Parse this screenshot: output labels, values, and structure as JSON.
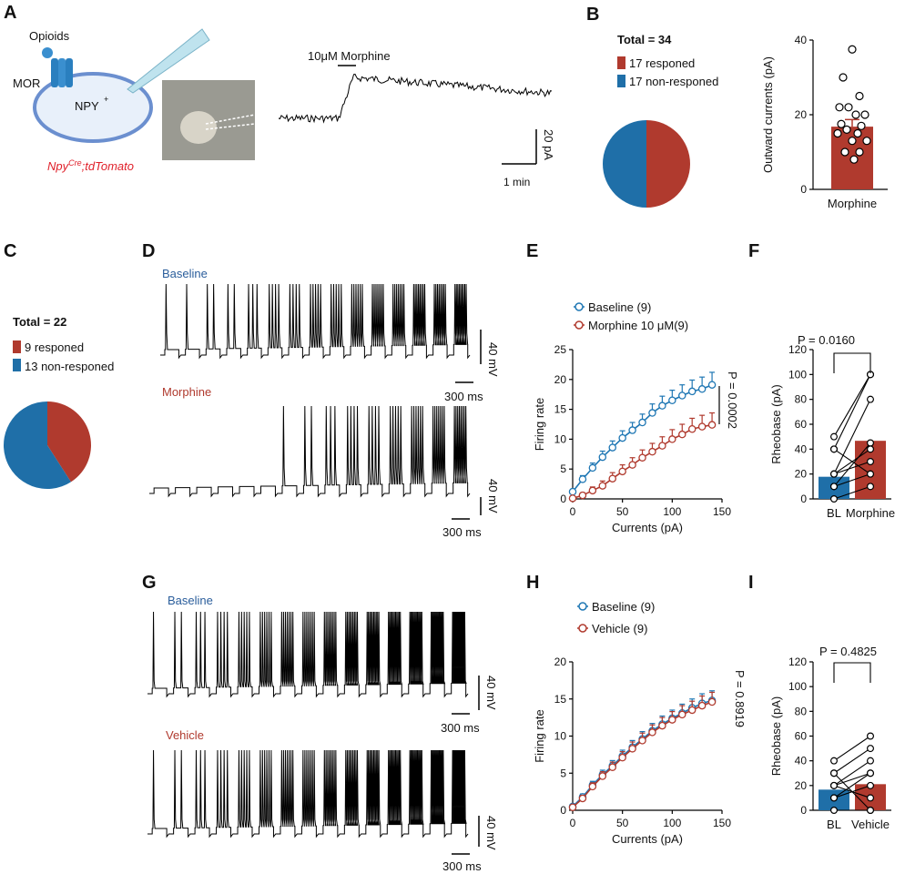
{
  "colors": {
    "baseline": "#1f77b4",
    "morphine": "#b03a2e",
    "responded": "#b03a2e",
    "nonresponded": "#1f6fa8",
    "trace": "#000000"
  },
  "panelA": {
    "letter": "A",
    "opioids": "Opioids",
    "mor": "MOR",
    "npy": "NPY",
    "npy_sup": "+",
    "genotype_a": "Npy",
    "genotype_sup": "Cre",
    "genotype_b": ";tdTomato",
    "drug_label": "10μM Morphine",
    "scale_y": "20 pA",
    "scale_x": "1 min"
  },
  "panelB": {
    "letter": "B",
    "total": "Total = 34",
    "legend": [
      "17 responed",
      "17 non-responed"
    ]
  },
  "panelC": {
    "letter": "C",
    "total": "Total = 22",
    "legend": [
      "9  responed",
      "13 non-responed"
    ]
  },
  "panelD": {
    "letter": "D",
    "cond1": "Baseline",
    "cond2": "Morphine",
    "scale_y": "40 mV",
    "scale_x": "300 ms"
  },
  "panelG": {
    "letter": "G",
    "cond1": "Baseline",
    "cond2": "Vehicle",
    "scale_y": "40 mV",
    "scale_x": "300 ms"
  },
  "panelE": {
    "letter": "E",
    "legend": [
      "Baseline (9)",
      "Morphine 10 μM(9)"
    ],
    "pval": "P = 0.0002"
  },
  "panelH": {
    "letter": "H",
    "legend": [
      "Baseline (9)",
      "Vehicle (9)"
    ],
    "pval": "P = 0.8919"
  },
  "panelF": {
    "letter": "F",
    "pval": "P = 0.0160"
  },
  "panelI": {
    "letter": "I",
    "pval": "P = 0.4825"
  },
  "chart_data": [
    {
      "id": "B_pie",
      "type": "pie",
      "labels": [
        "17 responed",
        "17 non-responed"
      ],
      "values": [
        17,
        17
      ],
      "title": "Total = 34"
    },
    {
      "id": "B_bar",
      "type": "bar",
      "categories": [
        "Morphine"
      ],
      "values": [
        16.8
      ],
      "error": [
        1.9
      ],
      "ylabel": "Outward currents (pA)",
      "ylim": [
        0,
        40
      ],
      "yticks": [
        0,
        20,
        40
      ],
      "points": [
        37.5,
        30,
        25,
        22,
        22,
        20,
        20,
        17.5,
        17,
        16,
        15,
        15,
        13,
        13,
        10,
        10,
        8
      ]
    },
    {
      "id": "C_pie",
      "type": "pie",
      "labels": [
        "9  responed",
        "13 non-responed"
      ],
      "values": [
        9,
        13
      ],
      "title": "Total = 22"
    },
    {
      "id": "E_line",
      "type": "line",
      "xlabel": "Currents (pA)",
      "ylabel": "Firing rate",
      "xlim": [
        0,
        150
      ],
      "ylim": [
        0,
        25
      ],
      "xticks": [
        0,
        50,
        100,
        150
      ],
      "yticks": [
        0,
        5,
        10,
        15,
        20,
        25
      ],
      "x": [
        0,
        10,
        20,
        30,
        40,
        50,
        60,
        70,
        80,
        90,
        100,
        110,
        120,
        130,
        140
      ],
      "series": [
        {
          "name": "Baseline (9)",
          "values": [
            1.2,
            3.3,
            5.2,
            7.0,
            8.6,
            10.2,
            11.5,
            12.8,
            14.4,
            15.6,
            16.5,
            17.3,
            18.0,
            18.4,
            19.1
          ],
          "err": [
            0.4,
            0.6,
            0.8,
            1.0,
            1.1,
            1.2,
            1.3,
            1.4,
            1.5,
            1.6,
            1.7,
            1.8,
            1.9,
            2.0,
            2.1
          ]
        },
        {
          "name": "Morphine 10 μM(9)",
          "values": [
            0.1,
            0.6,
            1.4,
            2.2,
            3.4,
            4.6,
            5.7,
            6.9,
            7.9,
            8.9,
            10.0,
            10.8,
            11.7,
            12.1,
            12.4
          ],
          "err": [
            0.2,
            0.4,
            0.6,
            0.8,
            1.0,
            1.1,
            1.2,
            1.3,
            1.4,
            1.5,
            1.6,
            1.7,
            1.8,
            1.9,
            2.0
          ]
        }
      ]
    },
    {
      "id": "F_bar",
      "type": "bar",
      "categories": [
        "BL",
        "Morphine"
      ],
      "values": [
        17.8,
        46.7
      ],
      "ylabel": "Rheobase (pA)",
      "ylim": [
        0,
        120
      ],
      "yticks": [
        0,
        20,
        40,
        60,
        80,
        100,
        120
      ],
      "pairs": [
        [
          0,
          10
        ],
        [
          10,
          20
        ],
        [
          20,
          30
        ],
        [
          20,
          40
        ],
        [
          10,
          45
        ],
        [
          20,
          80
        ],
        [
          40,
          100
        ],
        [
          50,
          100
        ],
        [
          40,
          20
        ]
      ]
    },
    {
      "id": "H_line",
      "type": "line",
      "xlabel": "Currents (pA)",
      "ylabel": "Firing rate",
      "xlim": [
        0,
        150
      ],
      "ylim": [
        0,
        20
      ],
      "xticks": [
        0,
        50,
        100,
        150
      ],
      "yticks": [
        0,
        5,
        10,
        15,
        20
      ],
      "x": [
        0,
        10,
        20,
        30,
        40,
        50,
        60,
        70,
        80,
        90,
        100,
        110,
        120,
        130,
        140
      ],
      "series": [
        {
          "name": "Baseline (9)",
          "values": [
            0.5,
            1.8,
            3.4,
            4.8,
            6.0,
            7.3,
            8.5,
            9.6,
            10.7,
            11.6,
            12.4,
            13.1,
            13.8,
            14.4,
            14.8
          ],
          "err": [
            0.2,
            0.4,
            0.5,
            0.6,
            0.7,
            0.8,
            0.9,
            1.0,
            1.0,
            1.1,
            1.1,
            1.2,
            1.2,
            1.3,
            1.3
          ]
        },
        {
          "name": "Vehicle (9)",
          "values": [
            0.4,
            1.6,
            3.2,
            4.6,
            5.8,
            7.1,
            8.3,
            9.4,
            10.5,
            11.4,
            12.2,
            12.9,
            13.5,
            14.1,
            14.6
          ],
          "err": [
            0.2,
            0.4,
            0.5,
            0.6,
            0.7,
            0.8,
            0.9,
            1.0,
            1.0,
            1.1,
            1.1,
            1.2,
            1.2,
            1.3,
            1.3
          ]
        }
      ]
    },
    {
      "id": "I_bar",
      "type": "bar",
      "categories": [
        "BL",
        "Vehicle"
      ],
      "values": [
        16.7,
        21.1
      ],
      "ylabel": "Rheobase (pA)",
      "ylim": [
        0,
        120
      ],
      "yticks": [
        0,
        20,
        40,
        60,
        80,
        100,
        120
      ],
      "pairs": [
        [
          0,
          0
        ],
        [
          10,
          20
        ],
        [
          20,
          10
        ],
        [
          20,
          40
        ],
        [
          30,
          50
        ],
        [
          40,
          60
        ],
        [
          30,
          0
        ],
        [
          10,
          30
        ],
        [
          20,
          30
        ]
      ]
    }
  ]
}
